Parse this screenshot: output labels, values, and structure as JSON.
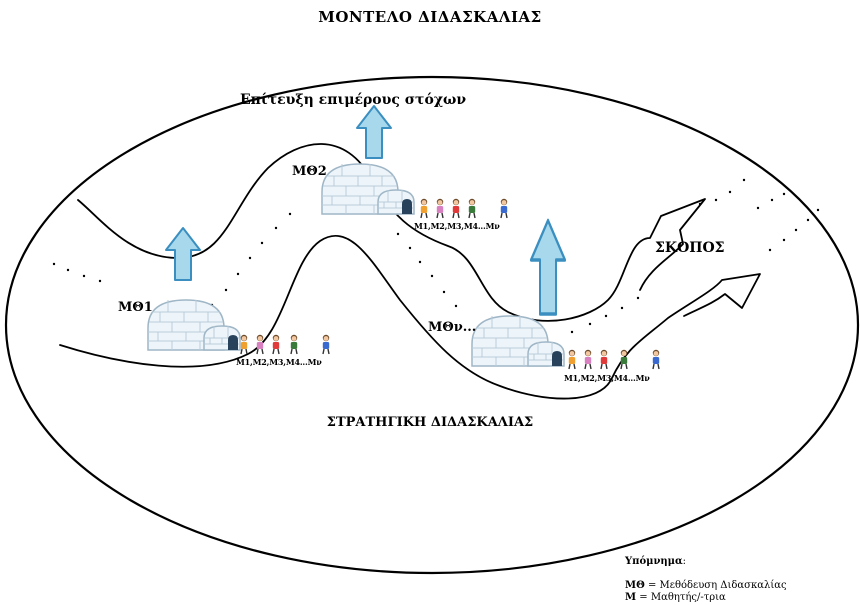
{
  "title": "ΜΟΝΤΕΛΟ ΔΙΔΑΣΚΑΛΙΑΣ",
  "subgoal_label": "Επίτευξη επιμέρους στόχων",
  "goal_label": "ΣΚΟΠΟΣ",
  "strategy_label": "ΣΤΡΑΤΗΓΙΚΗ ΔΙΔΑΣΚΑΛΙΑΣ",
  "nodes": [
    {
      "label": "ΜΘ1",
      "students": "Μ1,Μ2,Μ3,Μ4...Μν"
    },
    {
      "label": "ΜΘ2",
      "students": "Μ1,Μ2,Μ3,Μ4...Μν"
    },
    {
      "label": "ΜΘν...",
      "students": "Μ1,Μ2,Μ3,Μ4...Μν"
    }
  ],
  "legend": {
    "title": "Υπόμνημα",
    "title_suffix": ":",
    "items": [
      {
        "abbr": "ΜΘ",
        "sep": " = ",
        "meaning": "Μεθόδευση Διδασκαλίας"
      },
      {
        "abbr": "Μ",
        "sep": " = ",
        "meaning": "Μαθητής/-τρια"
      }
    ]
  },
  "colors": {
    "arrow_fill": "#a8d8ec",
    "arrow_stroke": "#3a8fc0",
    "igloo_fill": "#eef5fa",
    "igloo_stroke": "#9fb6c6",
    "line": "#000000"
  },
  "icons": [
    "igloo-icon",
    "up-arrow-icon",
    "student-figure-icon"
  ]
}
